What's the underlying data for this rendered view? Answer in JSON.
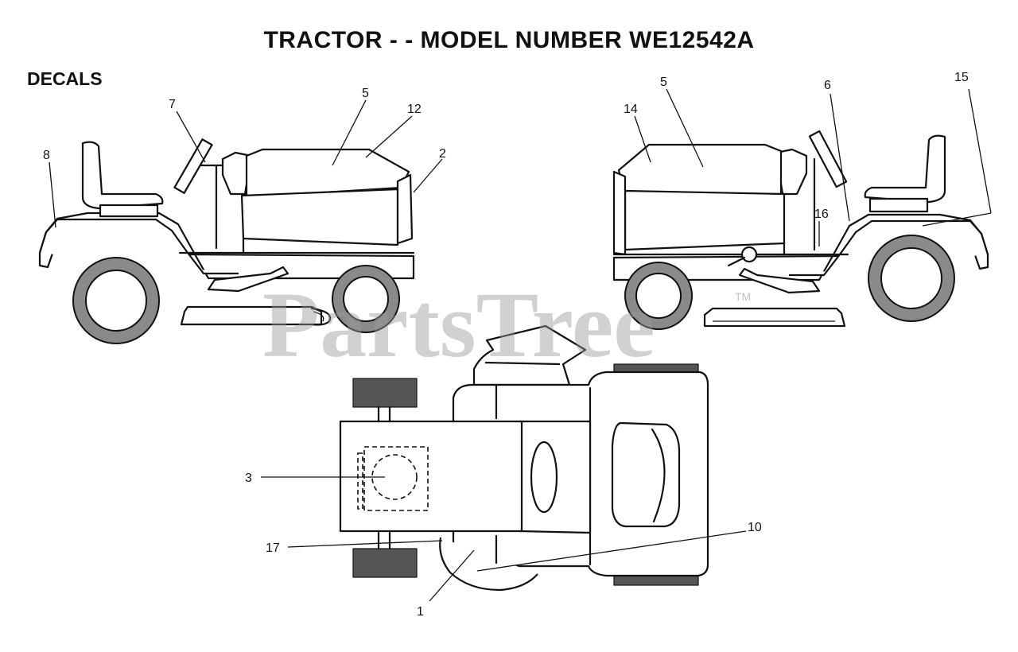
{
  "diagram": {
    "title": "TRACTOR - - MODEL NUMBER WE12542A",
    "section": "DECALS",
    "watermark": "PartsTree",
    "watermark_tm": "TM",
    "callouts": {
      "c1": "1",
      "c2": "2",
      "c3": "3",
      "c5_left": "5",
      "c5_right": "5",
      "c6": "6",
      "c7": "7",
      "c8": "8",
      "c10": "10",
      "c12": "12",
      "c14": "14",
      "c15": "15",
      "c16": "16",
      "c17": "17"
    }
  }
}
